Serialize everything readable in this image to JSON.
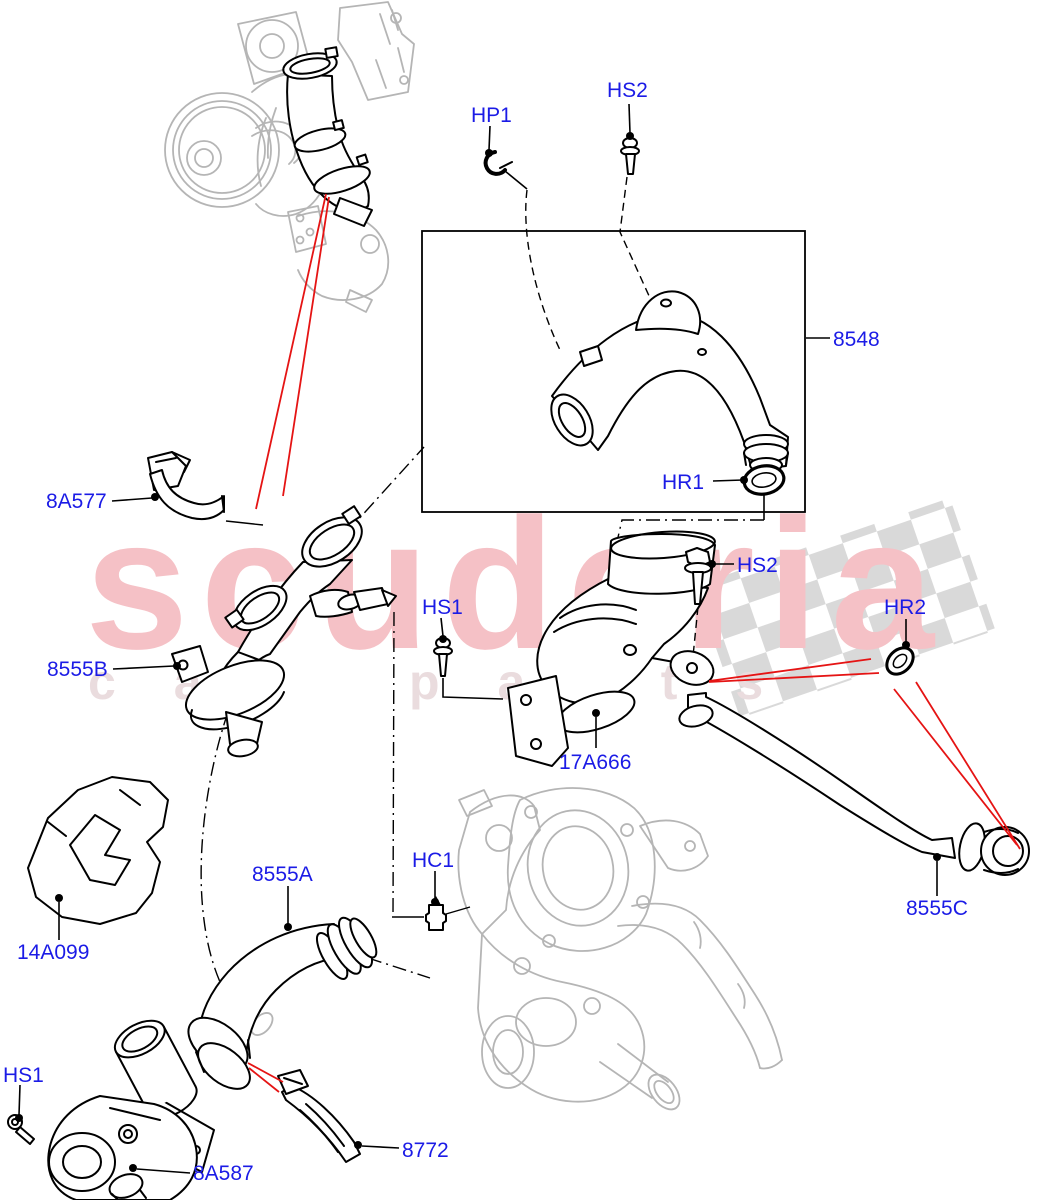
{
  "diagram": {
    "description": "Exploded parts diagram of engine cooling water hoses and pipes",
    "watermark": {
      "brand": "scuderia",
      "subtitle": "car parts"
    },
    "colors": {
      "label_blue": "#1b1be6",
      "leader_black": "#000000",
      "arrow_red": "#e51414",
      "reference_gray": "#b5b5b5",
      "checker_gray": "#d9d9d9",
      "watermark_pink": "#f5c1c6",
      "watermark_subtitle_pink": "#eadcde"
    },
    "callouts": [
      {
        "id": "hp1",
        "text": "HP1",
        "part": "hose-clip"
      },
      {
        "id": "hs2-top",
        "text": "HS2",
        "part": "screw"
      },
      {
        "id": "8548",
        "text": "8548",
        "part": "water-hose-tube"
      },
      {
        "id": "hr1",
        "text": "HR1",
        "part": "o-ring"
      },
      {
        "id": "8a577",
        "text": "8A577",
        "part": "vent-hose"
      },
      {
        "id": "8555b",
        "text": "8555B",
        "part": "water-hose-assembly"
      },
      {
        "id": "hs1-mid",
        "text": "HS1",
        "part": "screw"
      },
      {
        "id": "17a666",
        "text": "17A666",
        "part": "water-outlet-elbow"
      },
      {
        "id": "hs2-mid",
        "text": "HS2",
        "part": "screw"
      },
      {
        "id": "hr2",
        "text": "HR2",
        "part": "o-ring"
      },
      {
        "id": "8555c",
        "text": "8555C",
        "part": "water-pipe"
      },
      {
        "id": "14a099",
        "text": "14A099",
        "part": "heat-shield"
      },
      {
        "id": "8555a",
        "text": "8555A",
        "part": "water-hose-elbow"
      },
      {
        "id": "hc1",
        "text": "HC1",
        "part": "connector"
      },
      {
        "id": "hs1-bottom",
        "text": "HS1",
        "part": "screw"
      },
      {
        "id": "8a587",
        "text": "8A587",
        "part": "thermostat-housing"
      },
      {
        "id": "8772",
        "text": "8772",
        "part": "hose-clamp"
      }
    ]
  }
}
